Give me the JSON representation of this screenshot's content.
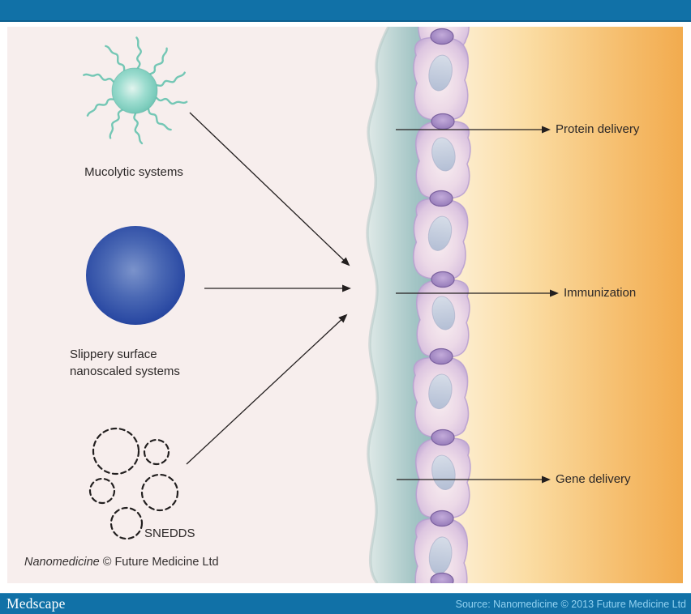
{
  "diagram": {
    "title_context": "Nanocarrier systems crossing a mucosal epithelial barrier",
    "systems": [
      {
        "label": "Mucolytic systems",
        "icon": "mucolytic-nanoparticle-icon"
      },
      {
        "label": "Slippery surface\nnanoscaled systems",
        "icon": "slippery-nanosphere-icon"
      },
      {
        "label": "SNEDDS",
        "icon": "snedds-dashed-droplets-icon"
      }
    ],
    "outcomes": [
      {
        "label": "Protein delivery"
      },
      {
        "label": "Immunization"
      },
      {
        "label": "Gene delivery"
      }
    ],
    "credit_italic": "Nanomedicine",
    "credit_rest": " © Future Medicine Ltd"
  },
  "footer": {
    "logo": "Medscape",
    "source": "Source: Nanomedicine © 2013 Future Medicine Ltd"
  },
  "colors": {
    "bar_blue": "#1171a7",
    "panel_pink": "#f7eeed",
    "mucus_teal": "#8cb6b8",
    "cell_lavender": "#e3cfe3",
    "cell_junction_purple": "#9379b8",
    "nucleus_blue_gray": "#bcc6da",
    "orange_gradient_end": "#f2ab4e",
    "mucolytic_teal": "#7cccbc",
    "nanosphere_blue": "#2c4ba4",
    "arrow_black": "#231f1f",
    "source_text_blue": "#93d2f1"
  }
}
